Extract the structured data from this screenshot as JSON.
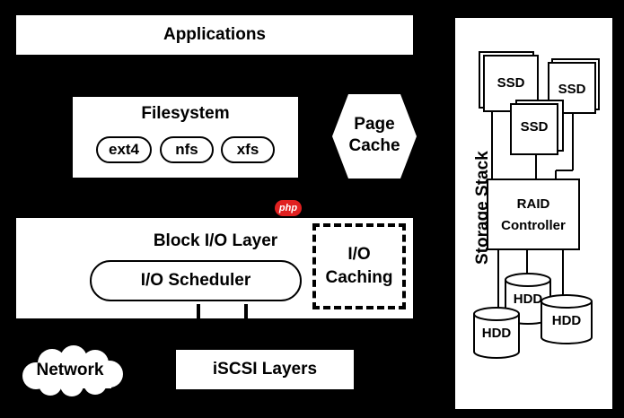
{
  "applications": {
    "label": "Applications"
  },
  "filesystem": {
    "title": "Filesystem",
    "types": [
      "ext4",
      "nfs",
      "xfs"
    ]
  },
  "page_cache": {
    "line1": "Page",
    "line2": "Cache"
  },
  "watermark": {
    "text": "php"
  },
  "block_io_layer": {
    "title": "Block I/O Layer",
    "scheduler": "I/O Scheduler",
    "caching_line1": "I/O",
    "caching_line2": "Caching"
  },
  "network": {
    "label": "Network"
  },
  "iscsi": {
    "label": "iSCSI Layers"
  },
  "storage_stack": {
    "title": "Storage Stack",
    "ssds": [
      "SSD",
      "SSD",
      "SSD"
    ],
    "raid_line1": "RAID",
    "raid_line2": "Controller",
    "hdds": [
      "HDD",
      "HDD",
      "HDD"
    ]
  },
  "colors": {
    "background": "#000000",
    "box": "#ffffff",
    "accent": "#e02020"
  }
}
